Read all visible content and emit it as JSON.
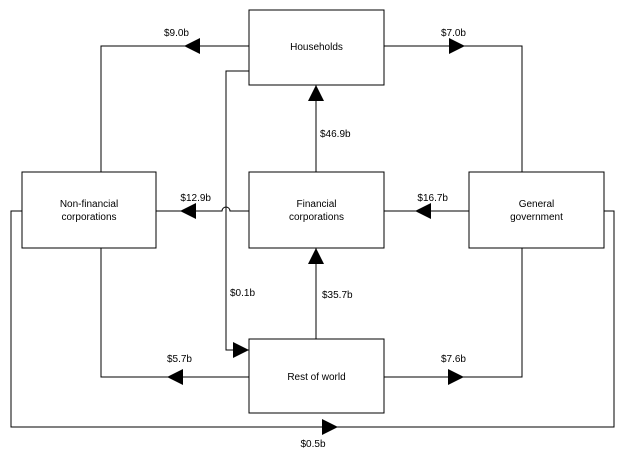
{
  "nodes": {
    "households": {
      "lines": [
        "Households"
      ]
    },
    "nonfinancial": {
      "lines": [
        "Non-financial",
        "corporations"
      ]
    },
    "financial": {
      "lines": [
        "Financial",
        "corporations"
      ]
    },
    "government": {
      "lines": [
        "General",
        "government"
      ]
    },
    "rest_of_world": {
      "lines": [
        "Rest of world"
      ]
    }
  },
  "flows": {
    "households_to_nonfinancial": "$9.0b",
    "households_to_government": "$7.0b",
    "financial_to_households": "$46.9b",
    "financial_to_nonfinancial": "$12.9b",
    "government_to_financial": "$16.7b",
    "households_to_rest_of_world": "$0.1b",
    "rest_of_world_to_financial": "$35.7b",
    "rest_of_world_to_nonfinancial": "$5.7b",
    "rest_of_world_to_government": "$7.6b",
    "government_to_nonfinancial": "$0.5b"
  }
}
